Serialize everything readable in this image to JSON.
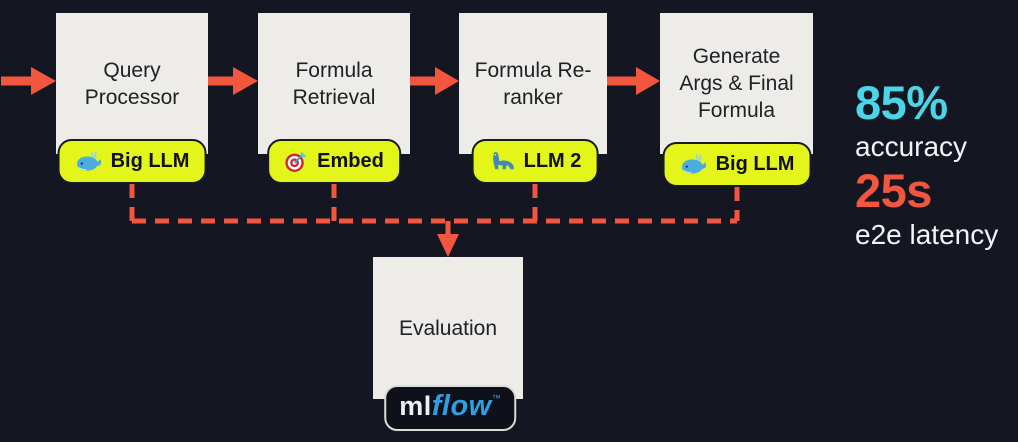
{
  "diagram": {
    "stages": [
      {
        "label": "Query Processor",
        "badge": {
          "icon": "whale",
          "label": "Big LLM"
        }
      },
      {
        "label": "Formula Retrieval",
        "badge": {
          "icon": "target-dart",
          "label": "Embed"
        }
      },
      {
        "label": "Formula Re-ranker",
        "badge": {
          "icon": "dinosaur",
          "label": "LLM 2"
        }
      },
      {
        "label": "Generate Args & Final Formula",
        "badge": {
          "icon": "whale",
          "label": "Big LLM"
        }
      }
    ],
    "evaluation": {
      "label": "Evaluation",
      "logo": {
        "ml": "ml",
        "flow": "flow",
        "trademark": "™"
      }
    },
    "stats": [
      {
        "value": "85%",
        "label": "accuracy",
        "color": "#4cd5e6"
      },
      {
        "value": "25s",
        "label": "e2e latency",
        "color": "#f2563e"
      }
    ],
    "colors": {
      "background": "#141722",
      "box": "#edece9",
      "badge": "#e4f519",
      "arrow": "#f2563e",
      "accent_cyan": "#4cd5e6",
      "text_light": "#f3f4f6",
      "mlflow_blue": "#2f9fe3"
    }
  }
}
